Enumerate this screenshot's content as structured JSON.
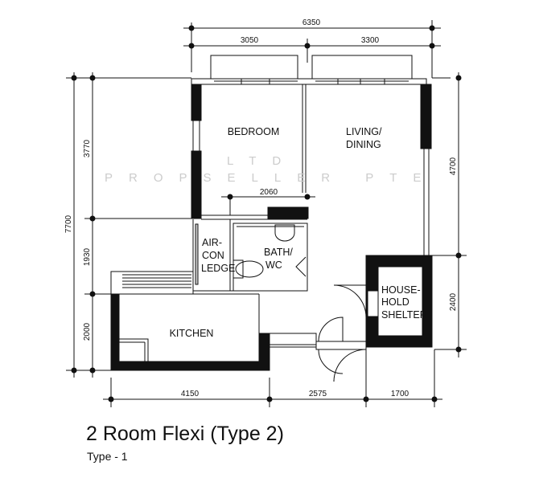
{
  "title": "2 Room Flexi (Type 2)",
  "subtitle": "Type - 1",
  "dimensions": {
    "top_total": "6350",
    "top_left": "3050",
    "top_right": "3300",
    "left_total": "7700",
    "left_1": "3770",
    "left_2": "1930",
    "left_3": "2000",
    "right_1": "4700",
    "right_2": "2400",
    "bottom_1": "4150",
    "bottom_2": "2575",
    "bottom_3": "1700",
    "bedroom_inner": "2060"
  },
  "rooms": {
    "bedroom": "BEDROOM",
    "living_1": "LIVING/",
    "living_2": "DINING",
    "aircon_1": "AIR-",
    "aircon_2": "CON",
    "aircon_3": "LEDGE",
    "bath_1": "BATH/",
    "bath_2": "WC",
    "shelter_1": "HOUSE-",
    "shelter_2": "HOLD",
    "shelter_3": "SHELTER",
    "kitchen": "KITCHEN"
  },
  "watermark": {
    "line1": "PROPSELLER PTE",
    "line2": "LTD"
  }
}
